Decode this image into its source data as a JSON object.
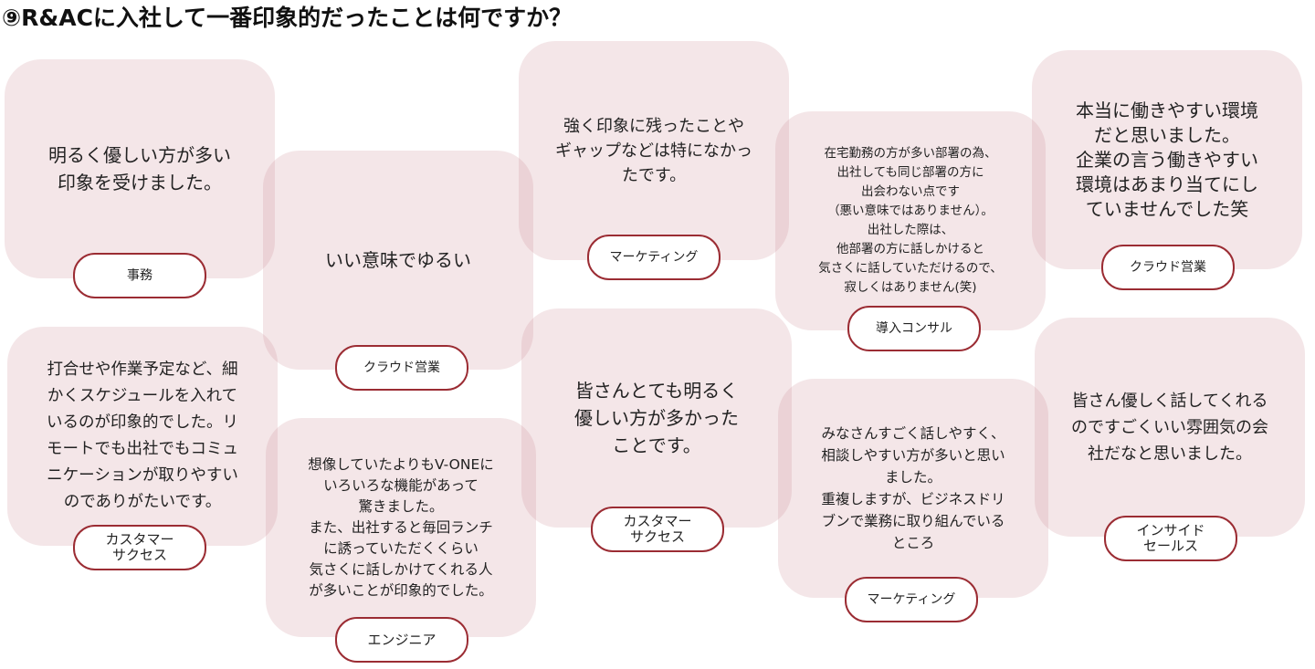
{
  "title": "⑨R&ACに入社して一番印象的だったことは何ですか？",
  "cards": [
    {
      "text": "明るく優しい方が多い\n印象を受けました。",
      "dept": "事務"
    },
    {
      "text": "いい意味でゆるい",
      "dept": "クラウド営業"
    },
    {
      "text": "強く印象に残ったことや\nギャップなどは特になかっ\nたです。",
      "dept": "マーケティング"
    },
    {
      "text": "在宅勤務の方が多い部署の為、\n出社しても同じ部署の方に\n出会わない点です\n（悪い意味ではありません）。\n出社した際は、\n他部署の方に話しかけると\n気さくに話していただけるので、\n寂しくはありません(笑)",
      "dept": "導入コンサル"
    },
    {
      "text": "本当に働きやすい環境\nだと思いました。\n企業の言う働きやすい\n環境はあまり当てにし\nていませんでした笑",
      "dept": "クラウド営業"
    },
    {
      "text": "打合せや作業予定など、細\nかくスケジュールを入れて\nいるのが印象的でした。リ\nモートでも出社でもコミュ\nニケーションが取りやすい\nのでありがたいです。",
      "dept": "カスタマー\nサクセス"
    },
    {
      "text": "想像していたよりもV-ONEに\nいろいろな機能があって\n驚きました。\nまた、出社すると毎回ランチ\nに誘っていただくくらい\n気さくに話しかけてくれる人\nが多いことが印象的でした。",
      "dept": "エンジニア"
    },
    {
      "text": "皆さんとても明るく\n優しい方が多かった\nことです。",
      "dept": "カスタマー\nサクセス"
    },
    {
      "text": "みなさんすごく話しやすく、\n相談しやすい方が多いと思い\nました。\n重複しますが、ビジネスドリ\nブンで業務に取り組んでいる\nところ",
      "dept": "マーケティング"
    },
    {
      "text": "皆さん優しく話してくれる\nのですごくいい雰囲気の会\n社だなと思いました。",
      "dept": "インサイド\nセールス"
    }
  ]
}
